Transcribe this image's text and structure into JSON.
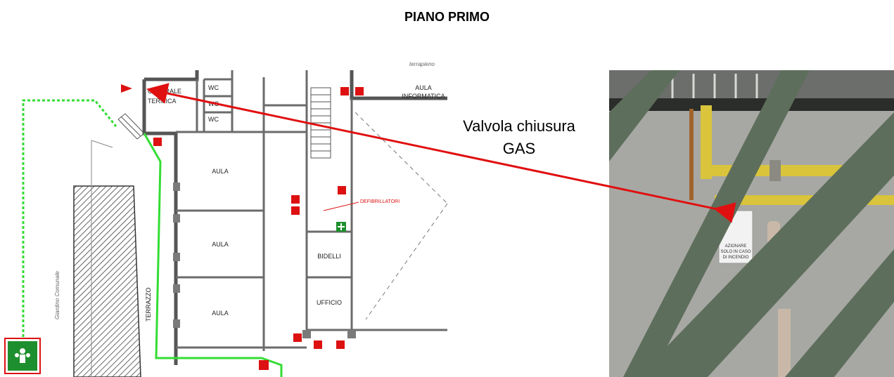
{
  "title": "PIANO PRIMO",
  "caption": {
    "line1": "Valvola chiusura",
    "line2": "GAS"
  },
  "plan": {
    "terrapieno": "terrapieno",
    "centrale_termica": [
      "CENTRALE",
      "TERMICA"
    ],
    "wc": [
      "WC",
      "WC",
      "WC"
    ],
    "aula_informatica": [
      "AULA",
      "INFORMATICA"
    ],
    "aula": [
      "AULA",
      "AULA",
      "AULA"
    ],
    "defibrillatori": "DEFIBRILLATORI",
    "bidelli": "BIDELLI",
    "ufficio": "UFFICIO",
    "terrazzo": "TERRAZZO",
    "giardino": "Giardino Comunale"
  },
  "photo": {
    "sign_lines": [
      "AZIONARE",
      "SOLO IN CASO",
      "DI INCENDIO"
    ]
  },
  "colors": {
    "escape_route": "#33dd33",
    "arrow": "#e01010",
    "emergency": "#dd1111",
    "assembly": "#1e8f2e"
  }
}
